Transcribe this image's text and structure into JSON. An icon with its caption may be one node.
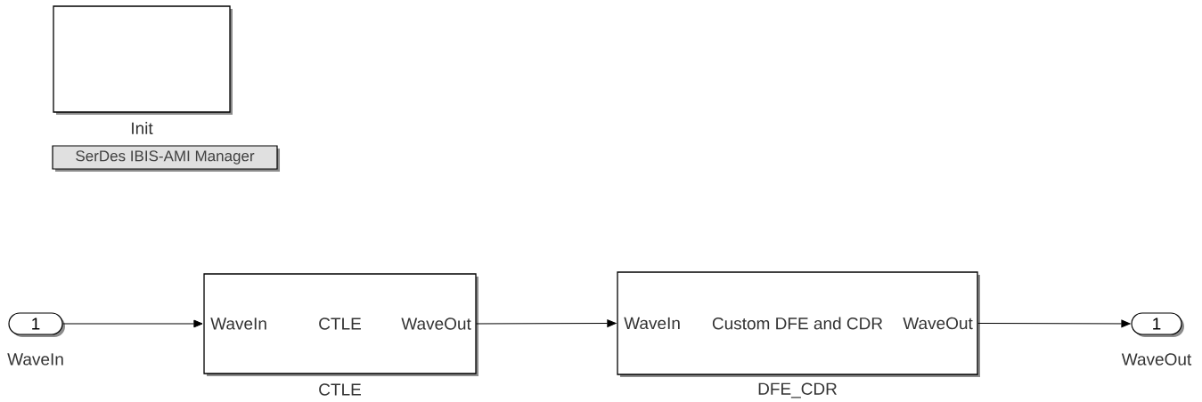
{
  "diagram": {
    "nodes": [
      {
        "text": [],
        "shape": "box",
        "beside": [
          "Init"
        ]
      },
      {
        "text": [
          "SerDes IBIS-AMI Manager"
        ]
      },
      {
        "text": [
          "1"
        ],
        "beside": [
          "WaveIn"
        ]
      },
      {
        "text": [
          "WaveIn",
          "CTLE",
          "WaveOut"
        ],
        "beside": [
          "CTLE"
        ]
      },
      {
        "text": [
          "WaveIn",
          "Custom DFE and CDR",
          "WaveOut"
        ],
        "beside": [
          "DFE_CDR"
        ]
      },
      {
        "text": [
          "1"
        ],
        "beside": [
          "WaveOut"
        ]
      }
    ],
    "edges": [
      {
        "from": 2,
        "to": 3,
        "arrow": "to"
      },
      {
        "from": 3,
        "to": 4,
        "arrow": "to"
      },
      {
        "from": 4,
        "to": 5,
        "arrow": "to"
      }
    ]
  }
}
